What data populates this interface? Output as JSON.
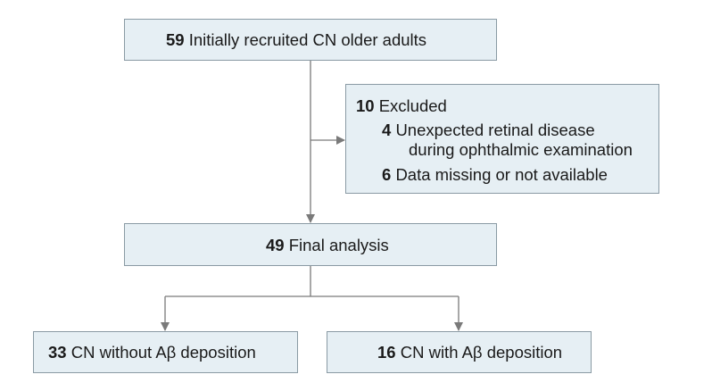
{
  "diagram": {
    "top": {
      "count": "59",
      "text": "Initially recruited CN older adults"
    },
    "excluded": {
      "count": "10",
      "text": "Excluded",
      "reasons": [
        {
          "count": "4",
          "line1": "Unexpected retinal disease",
          "line2": "during ophthalmic examination"
        },
        {
          "count": "6",
          "line1": "Data missing or not available"
        }
      ]
    },
    "final": {
      "count": "49",
      "text": "Final analysis"
    },
    "groups": [
      {
        "count": "33",
        "text": "CN without Aβ deposition"
      },
      {
        "count": "16",
        "text": "CN with Aβ deposition"
      }
    ]
  },
  "colors": {
    "box_fill": "#e6eff4",
    "box_border": "#8a9aa4",
    "line": "#7a7a7a"
  }
}
